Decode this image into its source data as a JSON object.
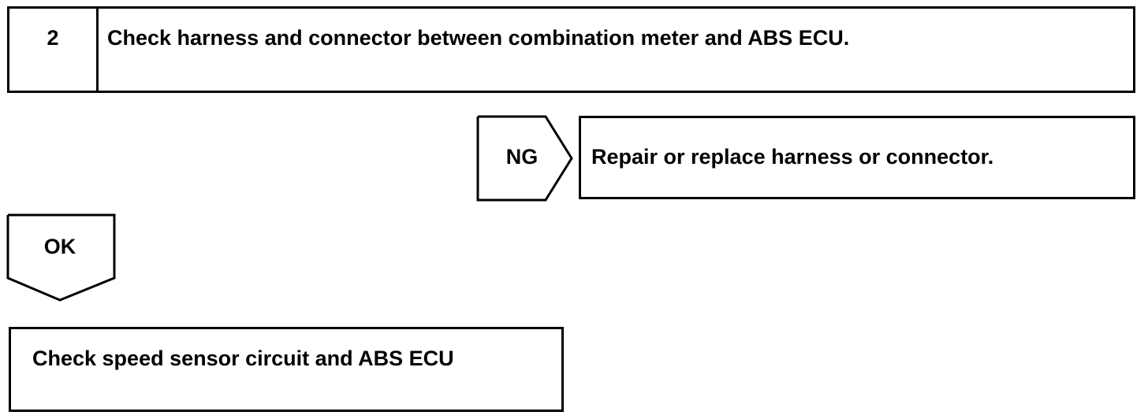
{
  "step": {
    "number": "2",
    "title": "Check harness and connector between combination meter and ABS ECU."
  },
  "ng_branch": {
    "label": "NG",
    "action": "Repair or replace harness or connector."
  },
  "ok_branch": {
    "label": "OK",
    "next_step": "Check speed sensor circuit and ABS ECU"
  },
  "colors": {
    "line": "#000000",
    "background": "#ffffff"
  }
}
